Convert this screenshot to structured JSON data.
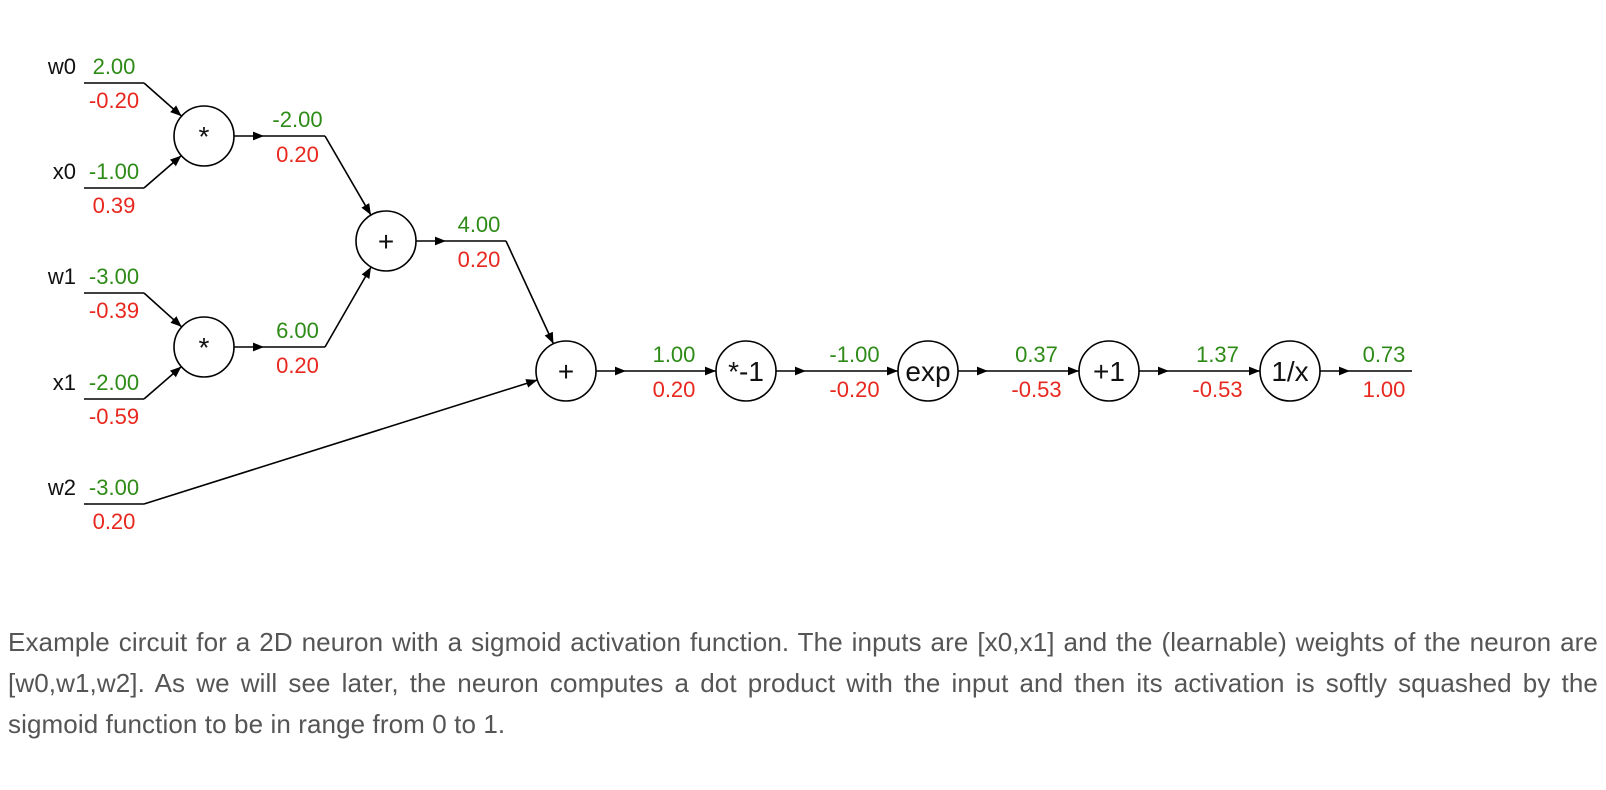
{
  "colors": {
    "forward": "#2e8b18",
    "gradient": "#e8281e",
    "wire": "#000000",
    "caption": "#555555"
  },
  "inputs": [
    {
      "id": "w0",
      "label": "w0",
      "value": "2.00",
      "grad": "-0.20"
    },
    {
      "id": "x0",
      "label": "x0",
      "value": "-1.00",
      "grad": "0.39"
    },
    {
      "id": "w1",
      "label": "w1",
      "value": "-3.00",
      "grad": "-0.39"
    },
    {
      "id": "x1",
      "label": "x1",
      "value": "-2.00",
      "grad": "-0.59"
    },
    {
      "id": "w2",
      "label": "w2",
      "value": "-3.00",
      "grad": "0.20"
    }
  ],
  "nodes": [
    {
      "id": "mul0",
      "op": "*",
      "out_value": "-2.00",
      "out_grad": "0.20"
    },
    {
      "id": "mul1",
      "op": "*",
      "out_value": "6.00",
      "out_grad": "0.20"
    },
    {
      "id": "add0",
      "op": "+",
      "out_value": "4.00",
      "out_grad": "0.20"
    },
    {
      "id": "add1",
      "op": "+",
      "out_value": "1.00",
      "out_grad": "0.20"
    },
    {
      "id": "neg",
      "op": "*-1",
      "out_value": "-1.00",
      "out_grad": "-0.20"
    },
    {
      "id": "exp",
      "op": "exp",
      "out_value": "0.37",
      "out_grad": "-0.53"
    },
    {
      "id": "plus1",
      "op": "+1",
      "out_value": "1.37",
      "out_grad": "-0.53"
    },
    {
      "id": "recip",
      "op": "1/x",
      "out_value": "0.73",
      "out_grad": "1.00"
    }
  ],
  "edges": [
    [
      "w0",
      "mul0"
    ],
    [
      "x0",
      "mul0"
    ],
    [
      "w1",
      "mul1"
    ],
    [
      "x1",
      "mul1"
    ],
    [
      "mul0",
      "add0"
    ],
    [
      "mul1",
      "add0"
    ],
    [
      "add0",
      "add1"
    ],
    [
      "w2",
      "add1"
    ],
    [
      "add1",
      "neg"
    ],
    [
      "neg",
      "exp"
    ],
    [
      "exp",
      "plus1"
    ],
    [
      "plus1",
      "recip"
    ]
  ],
  "caption": "Example circuit for a 2D neuron with a sigmoid activation function. The inputs are [x0,x1] and the (learnable) weights of the neuron are [w0,w1,w2]. As we will see later, the neuron computes a dot product with the input and then its activation is softly squashed by the sigmoid function to be in range from 0 to 1."
}
